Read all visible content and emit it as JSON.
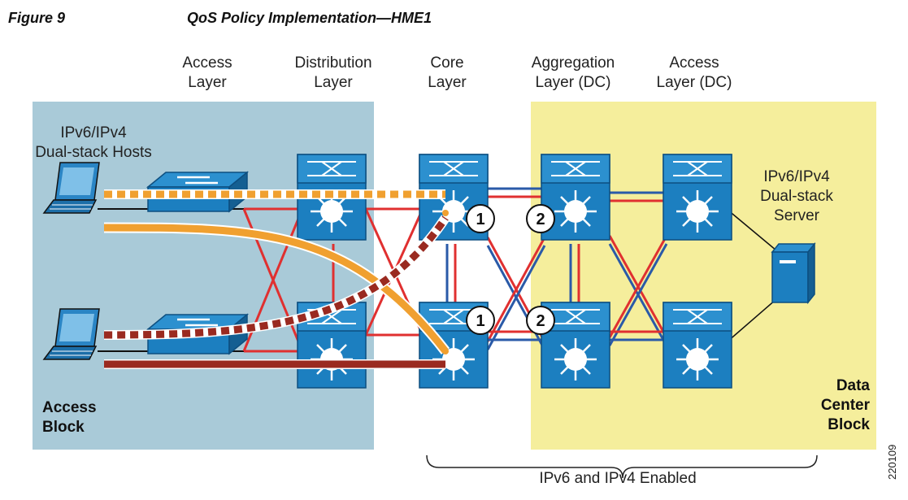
{
  "figure": {
    "number": "Figure 9",
    "title": "QoS Policy Implementation—HME1",
    "id_number": "220109"
  },
  "layers": [
    {
      "line1": "Access",
      "line2": "Layer"
    },
    {
      "line1": "Distribution",
      "line2": "Layer"
    },
    {
      "line1": "Core",
      "line2": "Layer"
    },
    {
      "line1": "Aggregation",
      "line2": "Layer (DC)"
    },
    {
      "line1": "Access",
      "line2": "Layer (DC)"
    }
  ],
  "labels": {
    "hosts_line1": "IPv6/IPv4",
    "hosts_line2": "Dual-stack Hosts",
    "server_line1": "IPv6/IPv4",
    "server_line2": "Dual-stack",
    "server_line3": "Server",
    "access_block_line1": "Access",
    "access_block_line2": "Block",
    "dc_block_line1": "Data",
    "dc_block_line2": "Center",
    "dc_block_line3": "Block",
    "brace": "IPv6 and IPv4 Enabled"
  },
  "markers": [
    "1",
    "2",
    "1",
    "2"
  ],
  "colors": {
    "access_block_bg": "#a9cad8",
    "dc_block_bg": "#f5ee9c",
    "switch_blue": "#1c7fc0",
    "link_red": "#e03030",
    "link_blue": "#2a5aa8",
    "flow_orange": "#f0a030",
    "flow_darkred": "#9a2a20"
  }
}
